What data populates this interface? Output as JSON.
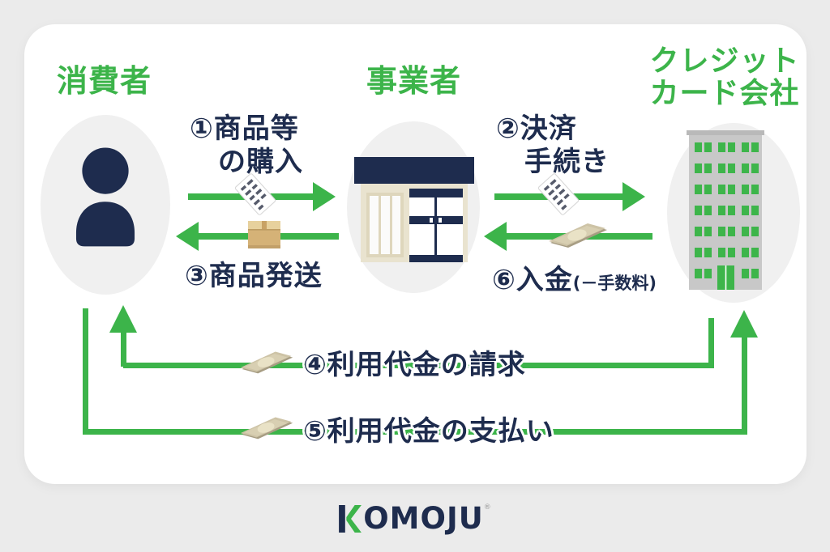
{
  "diagram": {
    "entities": {
      "consumer": "消費者",
      "merchant": "事業者",
      "card_company_line1": "クレジット",
      "card_company_line2": "カード会社"
    },
    "steps": {
      "step1": "①商品等\n　の購入",
      "step2": "②決済\n　手続き",
      "step3": "③商品発送",
      "step4": "④利用代金の請求",
      "step5": "⑤利用代金の支払い",
      "step6": "⑥入金",
      "step6_note": "(－手数料)"
    },
    "icons": {
      "consumer": "person-icon",
      "merchant": "storefront-icon",
      "card_company": "office-building-icon",
      "purchase": "receipt-icon",
      "settlement": "receipt-icon",
      "shipping": "package-box-icon",
      "deposit": "banknote-icon",
      "billing": "banknote-icon",
      "payment": "banknote-icon"
    },
    "colors": {
      "accent_green": "#3cb44a",
      "brand_navy": "#1e2c4e",
      "page_background": "#ebebeb",
      "card_background": "#ffffff"
    }
  },
  "footer": {
    "logo_k": "K",
    "logo_rest": "OMOJU",
    "trademark": "®"
  }
}
